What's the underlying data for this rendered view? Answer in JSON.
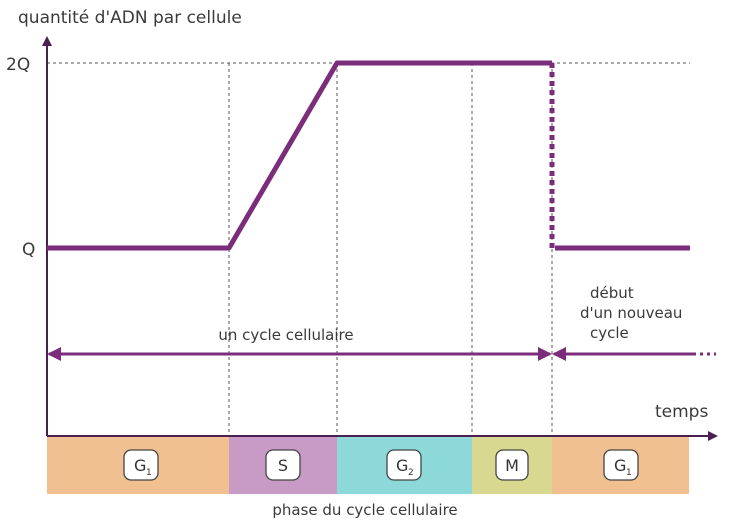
{
  "axes": {
    "y_label": "quantité d'ADN par cellule",
    "x_label": "temps",
    "y_tick_top": "2Q",
    "y_tick_bottom": "Q"
  },
  "annotations": {
    "cycle": "un cycle cellulaire",
    "new_cycle_line1": "début",
    "new_cycle_line2": "d'un nouveau",
    "new_cycle_line3": "cycle",
    "phase_caption": "phase du cycle cellulaire"
  },
  "phases": [
    {
      "letter": "G",
      "sub": "1",
      "color": "#f0c090"
    },
    {
      "letter": "S",
      "sub": "",
      "color": "#c89ac6"
    },
    {
      "letter": "G",
      "sub": "2",
      "color": "#8dd8d8"
    },
    {
      "letter": "M",
      "sub": "",
      "color": "#d8d890"
    },
    {
      "letter": "G",
      "sub": "1",
      "color": "#f0c090"
    }
  ],
  "colors": {
    "curve": "#7b2d7b",
    "axis": "#4a2050"
  }
}
